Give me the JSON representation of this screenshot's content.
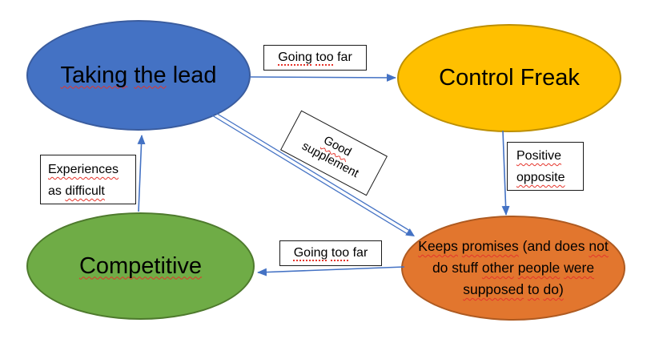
{
  "diagram": {
    "background": "#ffffff",
    "colors": {
      "arrow": "#4472C4",
      "squiggle": "#E5342B",
      "box_border": "#1a1a1a",
      "box_background": "#ffffff",
      "text": "#000000"
    },
    "nodes": {
      "taking_the_lead": {
        "fill": "#4472C4",
        "stroke": "#3A5C9E",
        "lines": [
          [
            {
              "t": "Taking",
              "m": "wavy"
            },
            {
              "t": "the",
              "m": "wavy"
            },
            {
              "t": "lead"
            }
          ]
        ]
      },
      "control_freak": {
        "fill": "#FFC000",
        "stroke": "#BD8F00",
        "lines": [
          [
            {
              "t": "Control"
            },
            {
              "t": "Freak"
            }
          ]
        ]
      },
      "competitive": {
        "fill": "#6FAC46",
        "stroke": "#4E7A2D",
        "lines": [
          [
            {
              "t": "Competitive",
              "m": "wavy"
            }
          ]
        ]
      },
      "keeps_promises": {
        "fill": "#E2762E",
        "stroke": "#AE5A21",
        "lines": [
          [
            {
              "t": "Keeps",
              "m": "wavy"
            },
            {
              "t": "promises",
              "m": "wavy"
            },
            {
              "t": "(and"
            },
            {
              "t": "does"
            },
            {
              "t": "not",
              "m": "wavy"
            }
          ],
          [
            {
              "t": "do"
            },
            {
              "t": "stuff"
            },
            {
              "t": "other",
              "m": "wavy"
            },
            {
              "t": "people",
              "m": "wavy"
            },
            {
              "t": "were",
              "m": "wavy"
            }
          ],
          [
            {
              "t": "supposed",
              "m": "wavy"
            },
            {
              "t": "to",
              "m": "wavy"
            },
            {
              "t": "do)",
              "m": "wavy"
            }
          ]
        ]
      }
    },
    "labels": {
      "going_too_far_top": {
        "lines": [
          [
            {
              "t": "Going",
              "m": "dot"
            },
            {
              "t": "too",
              "m": "dot"
            },
            {
              "t": "far"
            }
          ]
        ]
      },
      "good_supplement": {
        "lines": [
          [
            {
              "t": "Good",
              "m": "wavy"
            }
          ],
          [
            {
              "t": "supplement"
            }
          ]
        ]
      },
      "positive_opposite": {
        "lines": [
          [
            {
              "t": "Positive",
              "m": "wavy"
            }
          ],
          [
            {
              "t": "opposite",
              "m": "wavy"
            }
          ]
        ]
      },
      "experiences_as_difficult": {
        "lines": [
          [
            {
              "t": "Experiences",
              "m": "wavy"
            }
          ],
          [
            {
              "t": "as"
            },
            {
              "t": "difficult",
              "m": "wavy"
            }
          ]
        ]
      },
      "going_too_far_bottom": {
        "lines": [
          [
            {
              "t": "Going",
              "m": "dot"
            },
            {
              "t": "too",
              "m": "dot"
            },
            {
              "t": "far"
            }
          ]
        ]
      }
    },
    "relations": [
      {
        "from": "Taking the lead",
        "to": "Control Freak",
        "label": "Going too far"
      },
      {
        "from": "Taking the lead",
        "to": "Keeps promises",
        "label": "Good supplement"
      },
      {
        "from": "Control Freak",
        "to": "Keeps promises",
        "label": "Positive opposite"
      },
      {
        "from": "Keeps promises",
        "to": "Competitive",
        "label": "Going too far"
      },
      {
        "from": "Competitive",
        "to": "Taking the lead",
        "label": "Experiences as difficult"
      }
    ]
  }
}
